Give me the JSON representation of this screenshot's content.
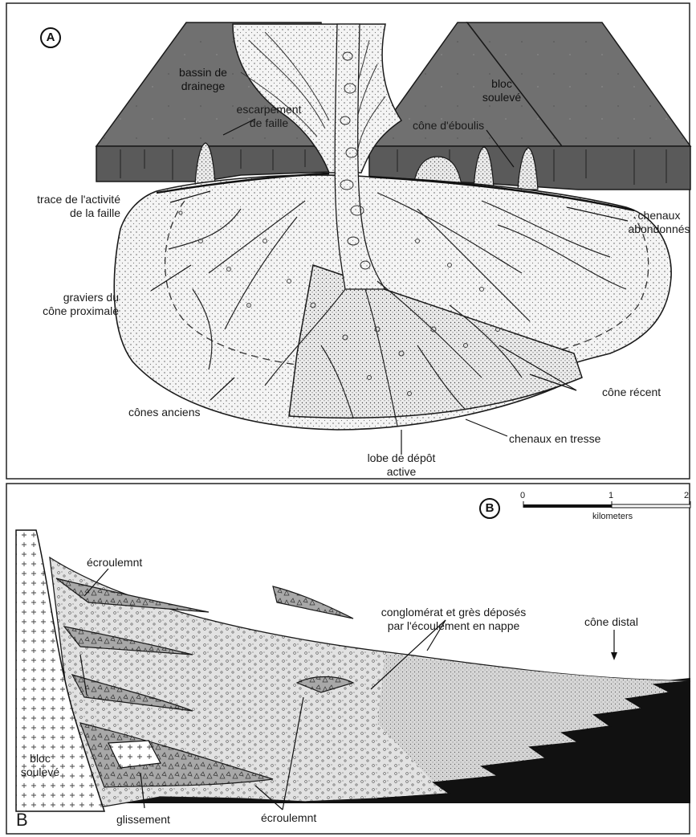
{
  "panel_a": {
    "badge": "A",
    "labels": {
      "bassin_1": "bassin de",
      "bassin_2": "drainege",
      "bloc_1": "bloc",
      "bloc_2": "soulevé",
      "escarp_1": "escarpement",
      "escarp_2": "de faille",
      "cone_eboulis": "cône d'éboulis",
      "trace_1": "trace de l'activité",
      "trace_2": "de la faille",
      "chenaux_ab_1": "chenaux",
      "chenaux_ab_2": "abondonnés",
      "graviers_1": "graviers du",
      "graviers_2": "cône proximale",
      "cone_recent": "cône récent",
      "cones_anciens": "cônes anciens",
      "chenaux_tresse": "chenaux en tresse",
      "lobe_1": "lobe de dépôt",
      "lobe_2": "active"
    }
  },
  "panel_b": {
    "badge": "B",
    "corner_label": "B",
    "scale": {
      "tick_0": "0",
      "tick_1": "1",
      "tick_2": "2",
      "unit": "kilometers"
    },
    "labels": {
      "ecroulement_top": "écroulemnt",
      "conglo_1": "conglomérat et grès déposés",
      "conglo_2": "par l'écoulement en nappe",
      "cone_distal": "cône distal",
      "bloc_1": "bloc",
      "bloc_2": "soulevé",
      "glissement": "glissement",
      "ecroulement_bottom": "écroulemnt"
    }
  },
  "colors": {
    "block": "#6f6f6f",
    "line": "#1a1a1a",
    "fill": "#f3f3f3",
    "dark": "#111111"
  }
}
